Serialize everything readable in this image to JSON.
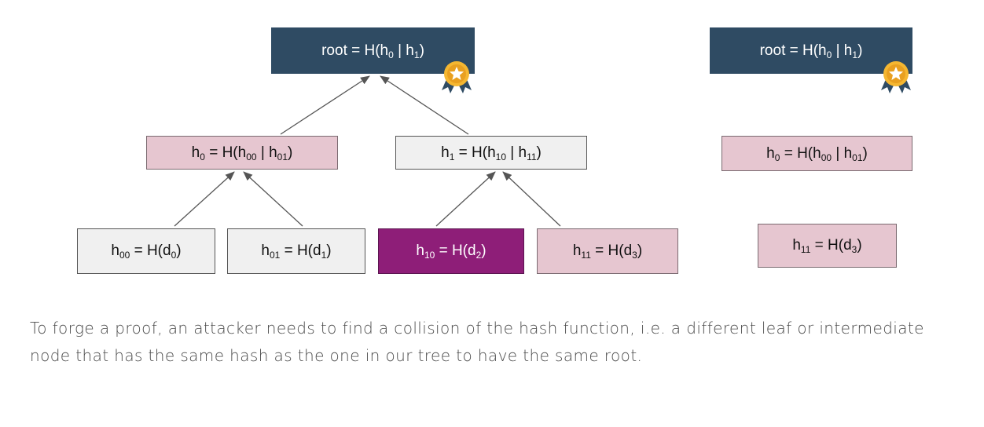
{
  "tree": {
    "root": {
      "parts": [
        "root = H(h",
        "0",
        " | h",
        "1",
        ")"
      ]
    },
    "h0": {
      "parts": [
        "h",
        "0",
        " = H(h",
        "00",
        " | h",
        "01",
        ")"
      ]
    },
    "h1": {
      "parts": [
        "h",
        "1",
        " = H(h",
        "10",
        " | h",
        "11",
        ")"
      ]
    },
    "h00": {
      "parts": [
        "h",
        "00",
        " = H(d",
        "0",
        ")"
      ]
    },
    "h01": {
      "parts": [
        "h",
        "01",
        " = H(d",
        "1",
        ")"
      ]
    },
    "h10": {
      "parts": [
        "h",
        "10",
        " = H(d",
        "2",
        ")"
      ]
    },
    "h11": {
      "parts": [
        "h",
        "11",
        " = H(d",
        "3",
        ")"
      ]
    }
  },
  "proof": {
    "root": {
      "parts": [
        "root = H(h",
        "0",
        " | h",
        "1",
        ")"
      ]
    },
    "h0": {
      "parts": [
        "h",
        "0",
        " = H(h",
        "00",
        " | h",
        "01",
        ")"
      ]
    },
    "h11": {
      "parts": [
        "h",
        "11",
        " = H(d",
        "3",
        ")"
      ]
    }
  },
  "caption": "To forge a proof, an attacker needs to find a collision of the hash function, i.e. a different leaf or intermediate node that has the same hash as the one in our tree to have the same root.",
  "colors": {
    "root_fill": "#2f4b63",
    "sibling_fill": "#e6c6d0",
    "path_fill": "#f0f0f0",
    "target_leaf_fill": "#8e1e78",
    "badge_gold": "#f5b731",
    "badge_ribbon": "#2f4b63",
    "arrow": "#555555"
  },
  "icons": {
    "badge": "award-badge-icon",
    "arrow": "arrow-up-icon"
  }
}
